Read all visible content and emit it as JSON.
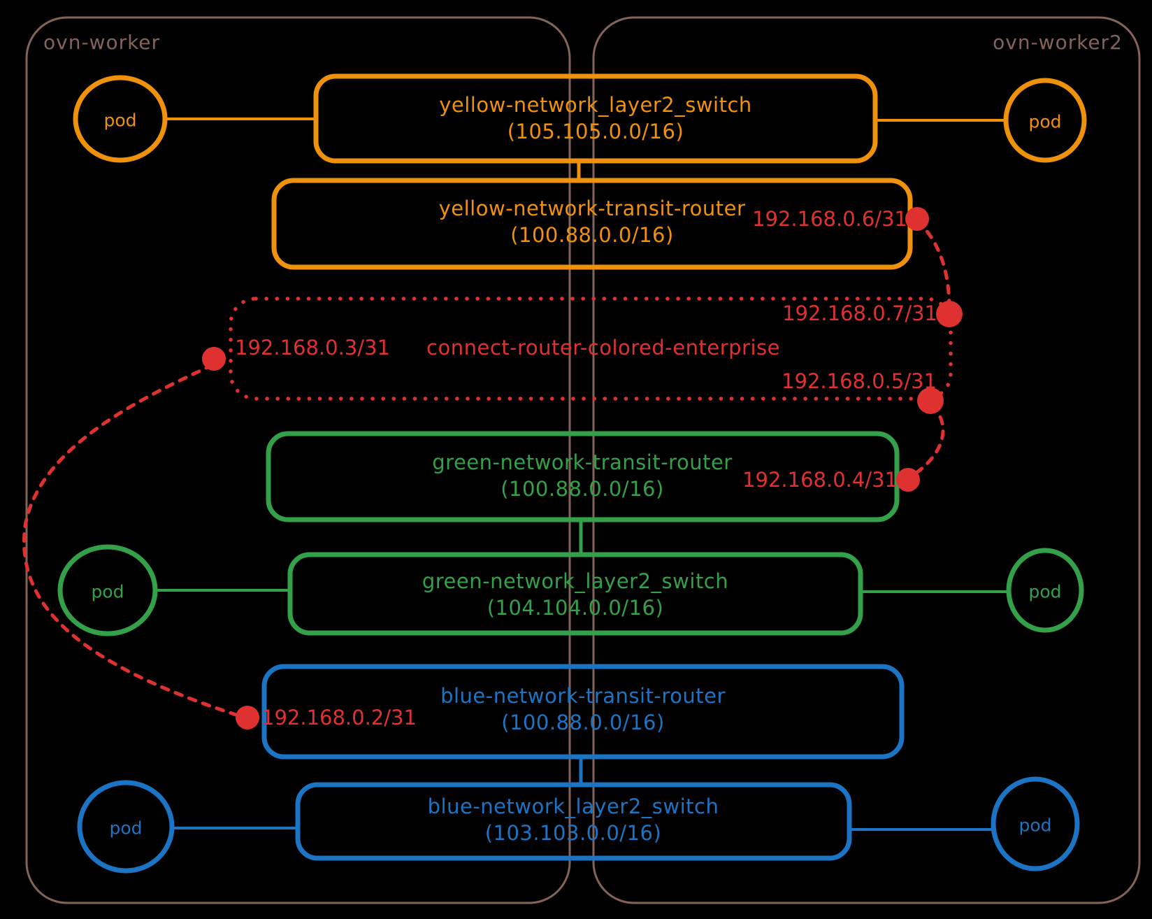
{
  "canvas": {
    "background": "#000000"
  },
  "palette": {
    "orange": "#f0910c",
    "green": "#33a04a",
    "blue": "#1c74c4",
    "red": "#e03131",
    "frame": "#846358"
  },
  "workers": {
    "worker1": {
      "label": "ovn-worker"
    },
    "worker2": {
      "label": "ovn-worker2"
    }
  },
  "pod_label": "pod",
  "nodes": {
    "yellow_switch": {
      "title": "yellow-network_layer2_switch",
      "subnet": "(105.105.0.0/16)"
    },
    "yellow_router": {
      "title": "yellow-network-transit-router",
      "subnet": "(100.88.0.0/16)"
    },
    "connect_router": {
      "title": "connect-router-colored-enterprise"
    },
    "green_router": {
      "title": "green-network-transit-router",
      "subnet": "(100.88.0.0/16)"
    },
    "green_switch": {
      "title": "green-network_layer2_switch",
      "subnet": "(104.104.0.0/16)"
    },
    "blue_router": {
      "title": "blue-network-transit-router",
      "subnet": "(100.88.0.0/16)"
    },
    "blue_switch": {
      "title": "blue-network_layer2_switch",
      "subnet": "(103.103.0.0/16)"
    }
  },
  "ips": {
    "ip2": "192.168.0.2/31",
    "ip3": "192.168.0.3/31",
    "ip4": "192.168.0.4/31",
    "ip5": "192.168.0.5/31",
    "ip6": "192.168.0.6/31",
    "ip7": "192.168.0.7/31"
  }
}
